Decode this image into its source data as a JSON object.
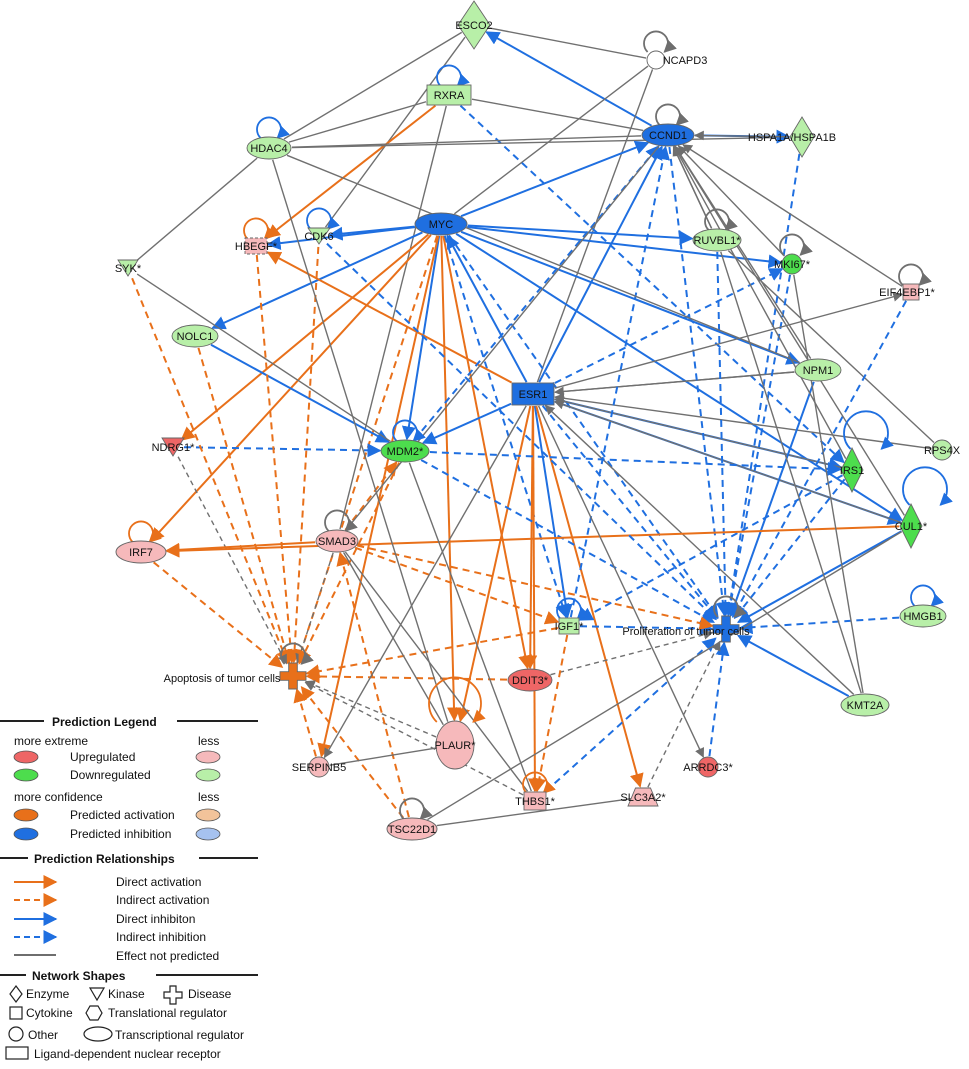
{
  "colors": {
    "upregulated": "#ee6666",
    "downregulated": "#4ddd4d",
    "less_up": "#f6b9bb",
    "less_down": "#b8efa8",
    "predicted_activation": "#e8701a",
    "predicted_inhibition": "#1f6fe0",
    "less_activation": "#f2c39a",
    "less_inhibition": "#a6c2ef",
    "effect_not_predicted": "#6e6e6e",
    "orange_edge": "#e8701a",
    "blue_edge": "#1f6fe0",
    "gray_edge": "#707070"
  },
  "nodes": [
    {
      "id": "ESCO2",
      "label": "ESCO2"
    },
    {
      "id": "NCAPD3",
      "label": "NCAPD3"
    },
    {
      "id": "RXRA",
      "label": "RXRA"
    },
    {
      "id": "HDAC4",
      "label": "HDAC4"
    },
    {
      "id": "CCND1",
      "label": "CCND1"
    },
    {
      "id": "HSPA",
      "label": "HSPA1A/HSPA1B"
    },
    {
      "id": "MYC",
      "label": "MYC"
    },
    {
      "id": "HBEGF",
      "label": "HBEGF*"
    },
    {
      "id": "CDK6",
      "label": "CDK6"
    },
    {
      "id": "RUVBL1",
      "label": "RUVBL1*"
    },
    {
      "id": "MKI67",
      "label": "MKI67*"
    },
    {
      "id": "SYK",
      "label": "SYK*"
    },
    {
      "id": "EIF4EBP1",
      "label": "EIF4EBP1*"
    },
    {
      "id": "NOLC1",
      "label": "NOLC1"
    },
    {
      "id": "ESR1",
      "label": "ESR1"
    },
    {
      "id": "NPM1",
      "label": "NPM1"
    },
    {
      "id": "NDRG1",
      "label": "NDRG1*"
    },
    {
      "id": "MDM2",
      "label": "MDM2*"
    },
    {
      "id": "IRS1",
      "label": "IRS1"
    },
    {
      "id": "RPS4X",
      "label": "RPS4X"
    },
    {
      "id": "SMAD3",
      "label": "SMAD3"
    },
    {
      "id": "IRF7",
      "label": "IRF7"
    },
    {
      "id": "CUL1",
      "label": "CUL1*"
    },
    {
      "id": "IGF1",
      "label": "IGF1*"
    },
    {
      "id": "PROLIF",
      "label": "Proliferation of tumor cells"
    },
    {
      "id": "HMGB1",
      "label": "HMGB1"
    },
    {
      "id": "APOP",
      "label": "Apoptosis of tumor cells"
    },
    {
      "id": "DDIT3",
      "label": "DDIT3*"
    },
    {
      "id": "KMT2A",
      "label": "KMT2A"
    },
    {
      "id": "PLAUR",
      "label": "PLAUR*"
    },
    {
      "id": "SERPINB5",
      "label": "SERPINB5"
    },
    {
      "id": "ARRDC3",
      "label": "ARRDC3*"
    },
    {
      "id": "THBS1",
      "label": "THBS1*"
    },
    {
      "id": "SLC3A2",
      "label": "SLC3A2*"
    },
    {
      "id": "TSC22D1",
      "label": "TSC22D1"
    }
  ],
  "legend": {
    "prediction_title": "Prediction Legend",
    "more_extreme": "more extreme",
    "less": "less",
    "upregulated": "Upregulated",
    "downregulated": "Downregulated",
    "more_confidence": "more confidence",
    "less2": "less",
    "predicted_activation": "Predicted activation",
    "predicted_inhibition": "Predicted inhibition",
    "relationships_title": "Prediction Relationships",
    "direct_activation": "Direct activation",
    "indirect_activation": "Indirect activation",
    "direct_inhibition": "Direct inhibiton",
    "indirect_inhibition": "Indirect inhibition",
    "effect_not_predicted": "Effect not predicted",
    "shapes_title": "Network Shapes",
    "enzyme": "Enzyme",
    "kinase": "Kinase",
    "disease": "Disease",
    "cytokine": "Cytokine",
    "translational_regulator": "Translational regulator",
    "other": "Other",
    "transcriptional_regulator": "Transcriptional regulator",
    "ligand_receptor": "Ligand-dependent nuclear receptor"
  }
}
